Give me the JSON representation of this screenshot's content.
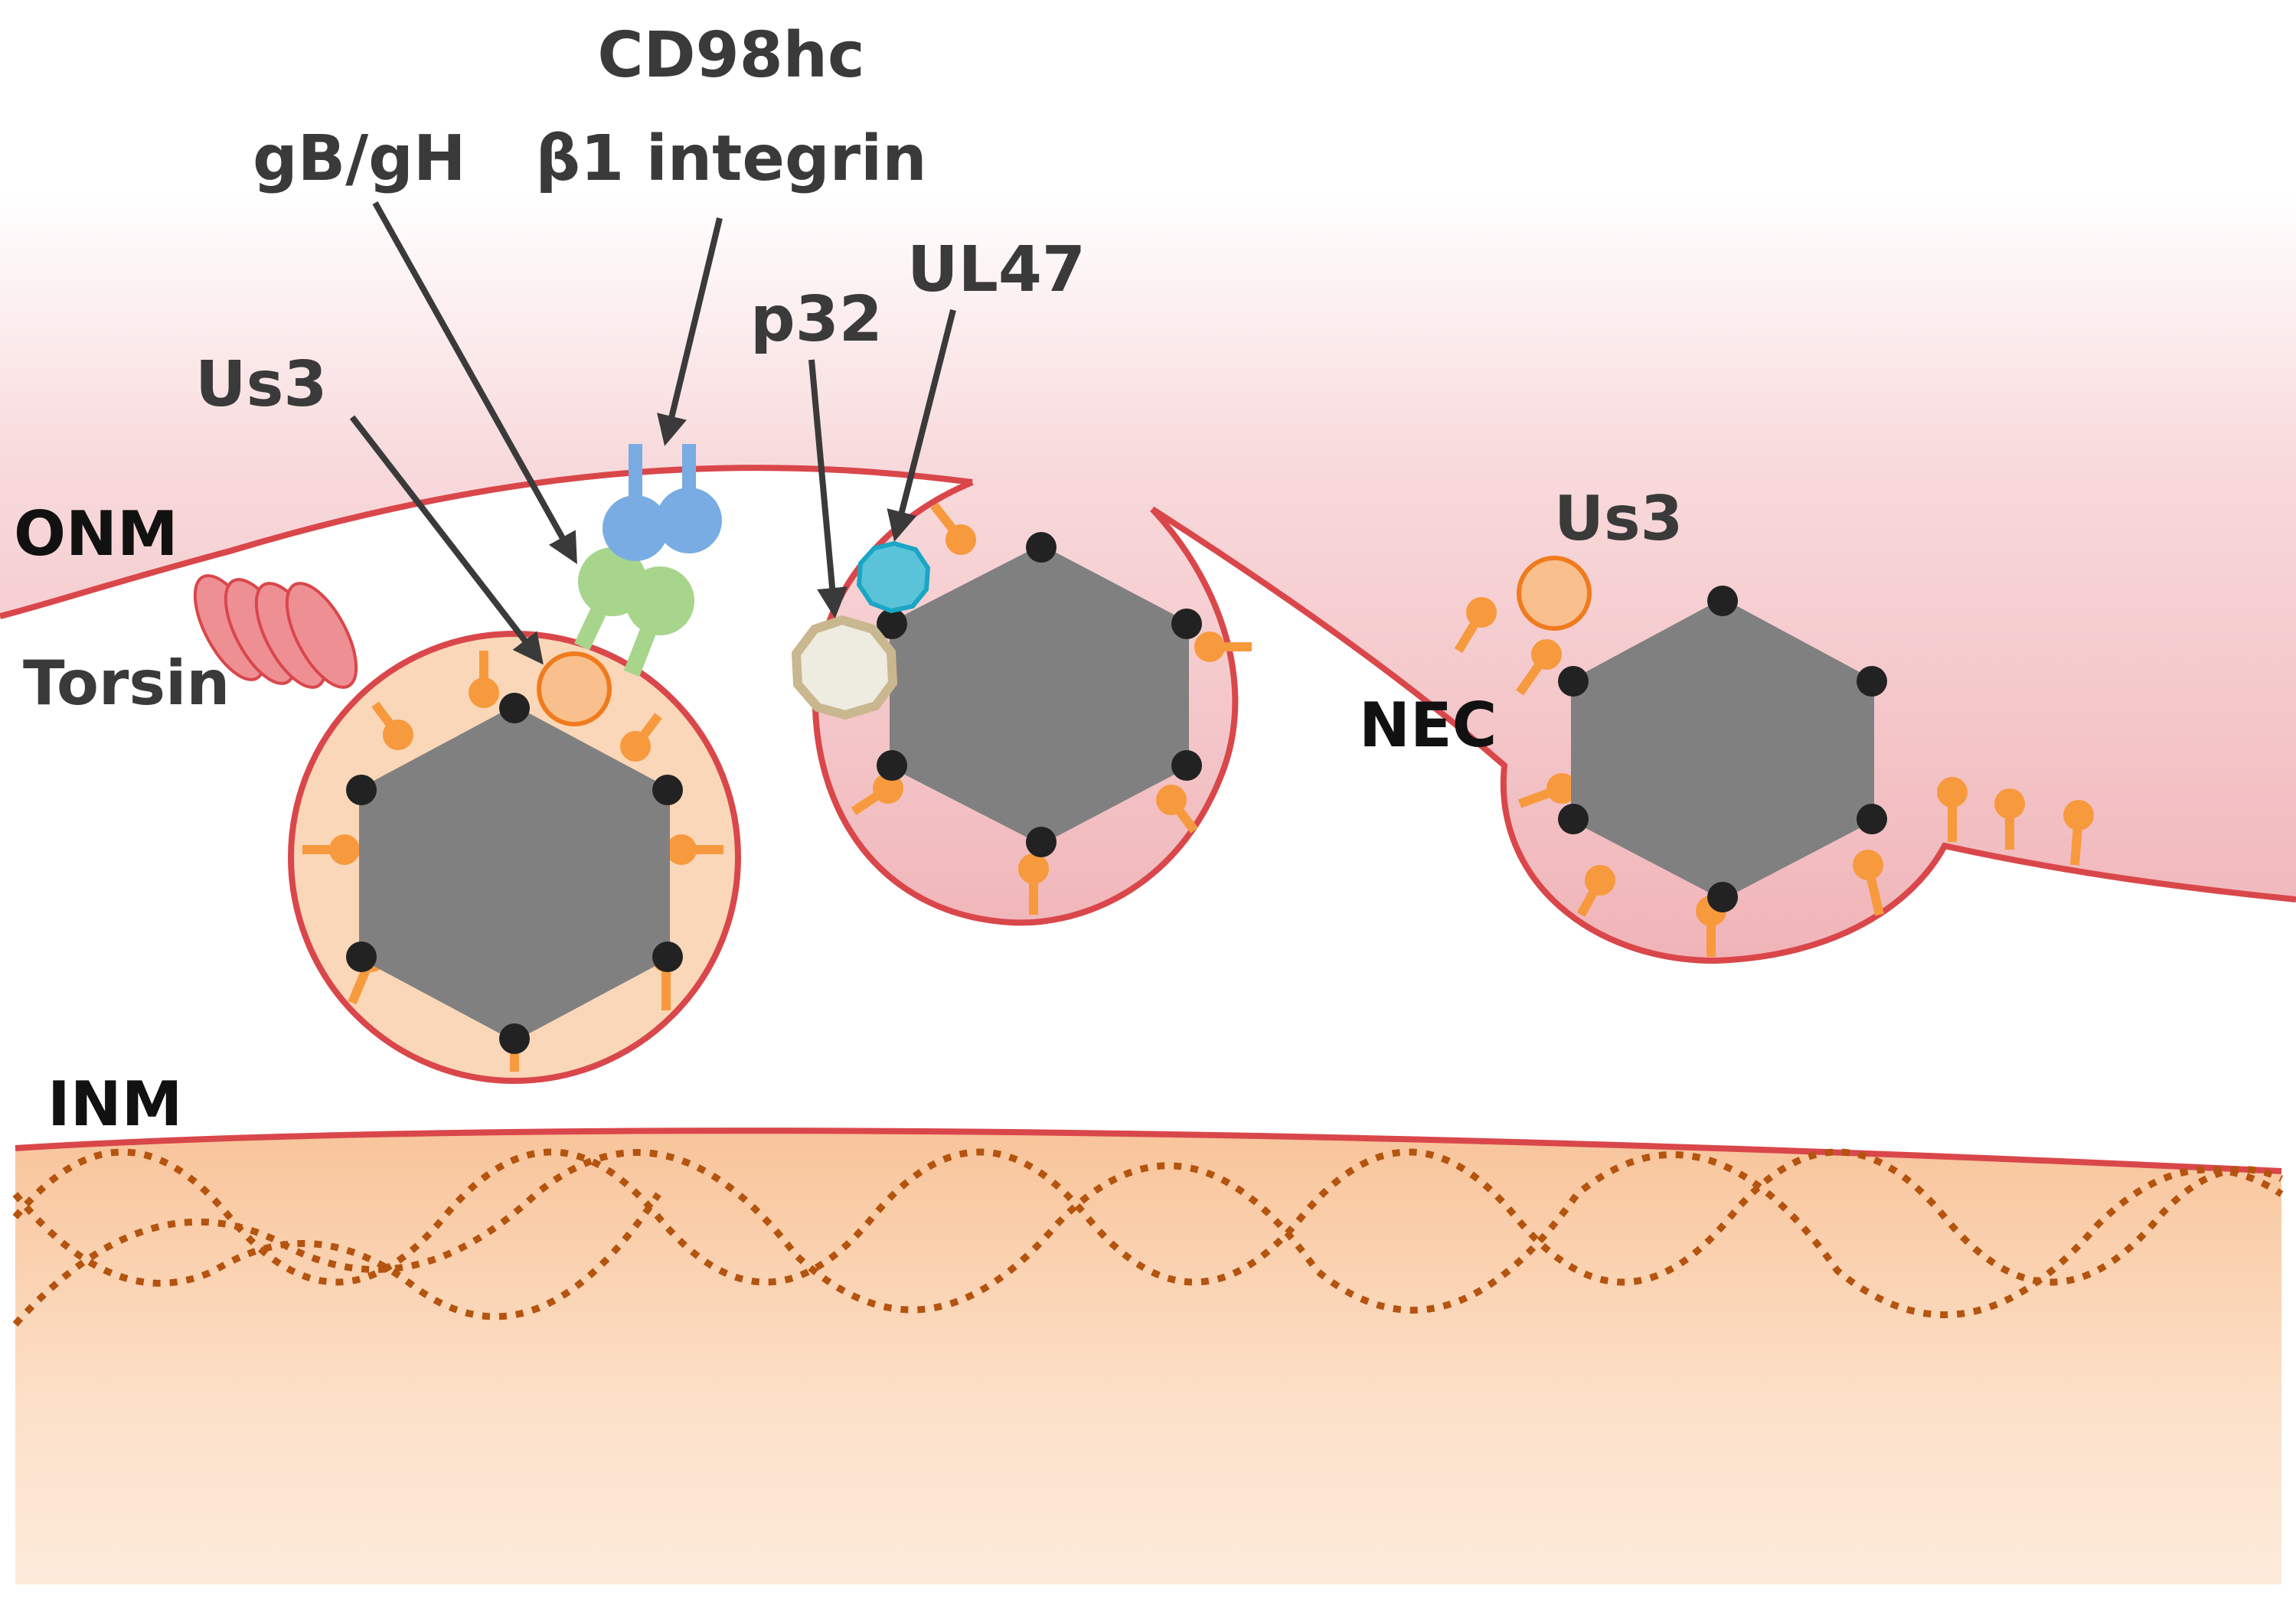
{
  "labels": {
    "cd98hc": "CD98hc",
    "b1_integrin": "β1 integrin",
    "gbgh": "gB/gH",
    "us3_left": "Us3",
    "p32": "p32",
    "ul47": "UL47",
    "onm": "ONM",
    "torsin": "Torsin",
    "nec": "NEC",
    "us3_right": "Us3",
    "inm": "INM"
  },
  "colors": {
    "membrane": "#d9474b",
    "perinuclear_top": "#f2bcc0",
    "nucleus": "#fad7b8",
    "capsid": "#808080",
    "capsid_vertex": "#222222",
    "nec_protein": "#f79a3e",
    "us3": "#f9c08e",
    "us3_stroke": "#f07b1e",
    "integrin": "#78ace2",
    "glycoprotein": "#a7d58c",
    "ul47": "#5bc3d8",
    "ul47_stroke": "#1aa6c4",
    "p32": "#eeece0",
    "p32_stroke": "#c9b88f",
    "torsin": "#ee8f94",
    "lamina": "#b4540f",
    "label_dark": "#3a3a3a",
    "label_black": "#111111"
  },
  "icons": {
    "capsid": "hexagon-capsid-icon",
    "nec": "lollipop-protein-icon",
    "torsin": "stacked-ellipse-icon"
  }
}
